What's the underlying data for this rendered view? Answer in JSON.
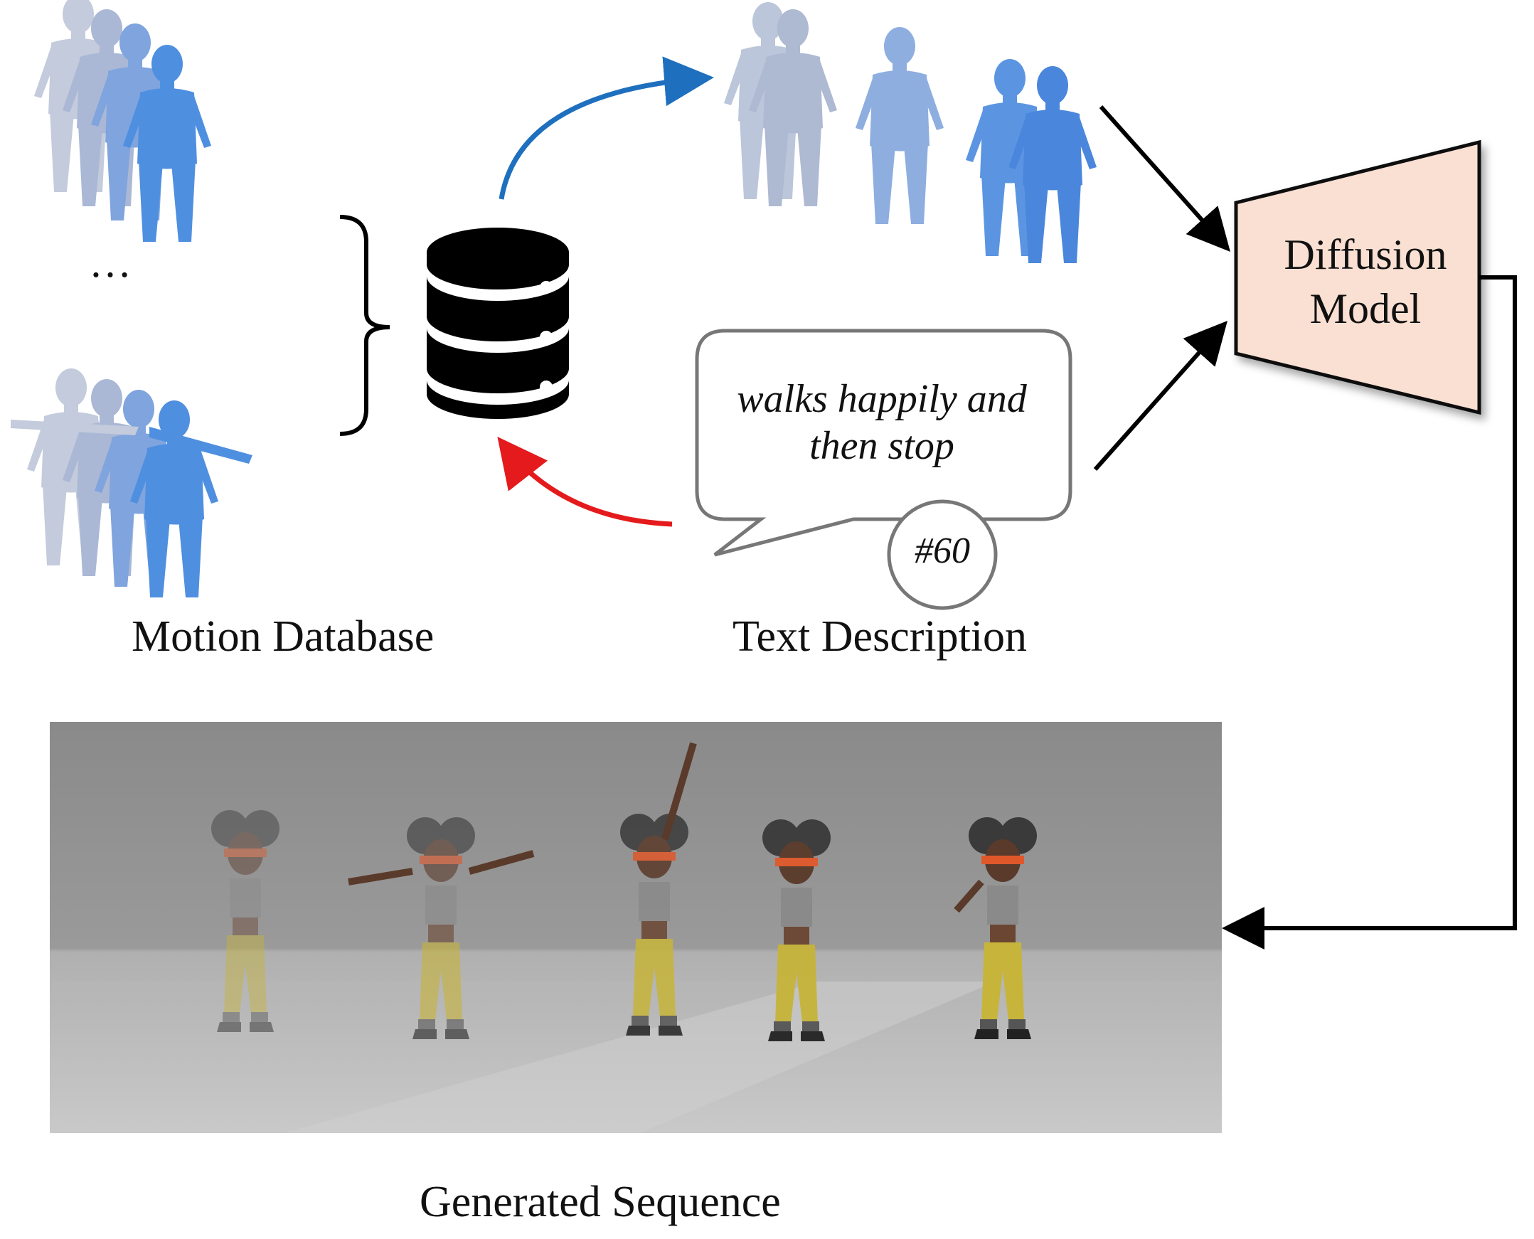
{
  "labels": {
    "motion_database": "Motion Database",
    "text_description": "Text Description",
    "generated_sequence": "Generated Sequence",
    "ellipsis": "…"
  },
  "speech_bubble": {
    "line1": "walks happily and",
    "line2": "then stop",
    "tag": "#60"
  },
  "model": {
    "line1": "Diffusion",
    "line2": "Model"
  },
  "colors": {
    "retrieval_arrow": "#1f6fbf",
    "query_arrow": "#e41a1c",
    "model_fill": "#f9e0d2",
    "mesh_light": "#b8c6e0",
    "mesh_dark": "#4f8fe0",
    "floor": "#a8a8a8"
  }
}
